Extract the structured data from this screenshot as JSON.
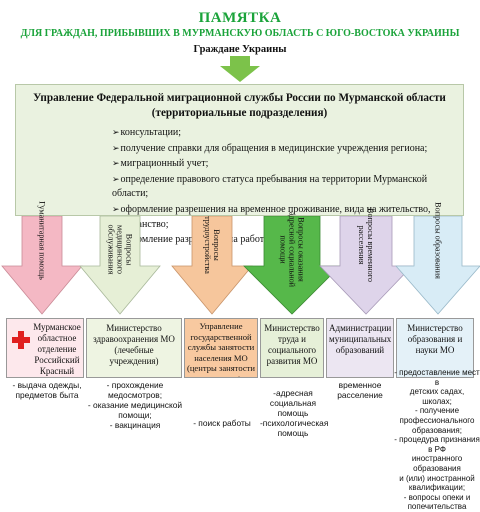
{
  "header": {
    "title": "ПАМЯТКА",
    "subtitle": "ДЛЯ ГРАЖДАН, ПРИБЫВШИХ В МУРМАНСКУЮ ОБЛАСТЬ С ЮГО-ВОСТОКА УКРАИНЫ",
    "citizens": "Граждане Украины"
  },
  "main_box": {
    "title_line1": "Управление Федеральной миграционной службы России по Мурманской области",
    "title_line2": "(территориальные подразделения)",
    "items": [
      "консультации;",
      "получение справки для обращения в медицинские учреждения региона;",
      "миграционный учет;",
      "определение правового статуса пребывания на территории Мурманской области;",
      "оформление разрешения на временное проживание, вида на жительство, гражданство;",
      "оформление разрешения на работу"
    ]
  },
  "arrows": [
    {
      "label": "Гуманитарная помощь",
      "color": "#f4b8c4"
    },
    {
      "label": "Вопросы медицинского обслуживания",
      "color": "#e6efd6"
    },
    {
      "label": "Вопросы трудоустройства",
      "color": "#f6c69c"
    },
    {
      "label": "Вопросы оказания адресной социальной помощи",
      "color": "#56b84a"
    },
    {
      "label": "Вопросы временного расселения",
      "color": "#ded4ea"
    },
    {
      "label": "Вопросы образования",
      "color": "#d8ecf6"
    }
  ],
  "boxes": [
    {
      "text": "Мурманское областное отделение Российский Красный Крест",
      "color": "#fde8ec"
    },
    {
      "text": "Министерство здравоохранения МО (лечебные учреждения)",
      "color": "#eef4e2"
    },
    {
      "text": "Управление государственной службы занятости населения МО (центры занятости населения)",
      "color": "#f8c9a0"
    },
    {
      "text": "Министерство труда и социального развития МО",
      "color": "#e6f0d8"
    },
    {
      "text": "Администрации муниципальных образований",
      "color": "#ece6f2"
    },
    {
      "text": "Министерство образования и науки МО",
      "color": "#e4f1f8"
    }
  ],
  "notes": [
    [
      "- выдача одежды,",
      "предметов быта"
    ],
    [
      "- прохождение медосмотров;",
      "- оказание медицинской",
      "помощи;",
      "- вакцинация"
    ],
    [
      "- поиск работы"
    ],
    [
      "-адресная",
      "социальная",
      "помощь",
      "-психологическая",
      "помощь"
    ],
    [
      "временное",
      "расселение"
    ],
    [
      "- предоставление мест в",
      "детских садах, школах;",
      "- получение",
      "профессионального",
      "образования;",
      "- процедура признания в РФ",
      "иностранного образования",
      "и (или) иностранной",
      "квалификации;",
      "- вопросы опеки и",
      "попечительства"
    ]
  ],
  "colors": {
    "title_green": "#1aa33a",
    "main_box_bg": "#eaf2e0",
    "top_arrow": "#7cc24a",
    "red_cross": "#e02020"
  }
}
